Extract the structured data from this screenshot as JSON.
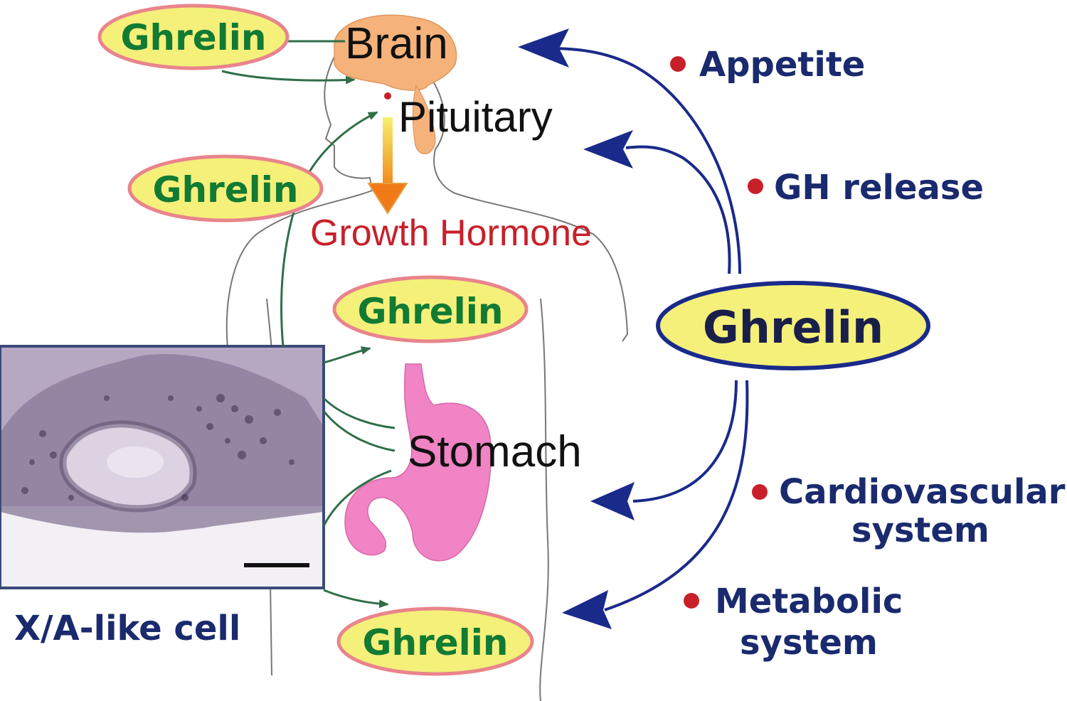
{
  "labels": {
    "brain": "Brain",
    "pituitary": "Pituitary",
    "growth_hormone": "Growth Hormone",
    "stomach": "Stomach",
    "cell": "X/A-like cell"
  },
  "ghrelin_labels": {
    "top_left": "Ghrelin",
    "mid_left": "Ghrelin",
    "stomach_top": "Ghrelin",
    "stomach_bottom": "Ghrelin",
    "central": "Ghrelin"
  },
  "effects": {
    "appetite": "Appetite",
    "gh_release": "GH release",
    "cardiovascular_line1": "Cardiovascular",
    "cardiovascular_line2": "system",
    "metabolic_line1": "Metabolic",
    "metabolic_line2": "system"
  },
  "colors": {
    "ghrelin_fill": "#f4f07a",
    "ghrelin_border_pink": "#e9848c",
    "ghrelin_border_navy": "#1a2a8a",
    "green_arrow": "#2f6f48",
    "navy_arrow": "#1a2a8a",
    "brain": "#f5b27a",
    "stomach": "#f084c4",
    "bullet": "#c8202a"
  }
}
